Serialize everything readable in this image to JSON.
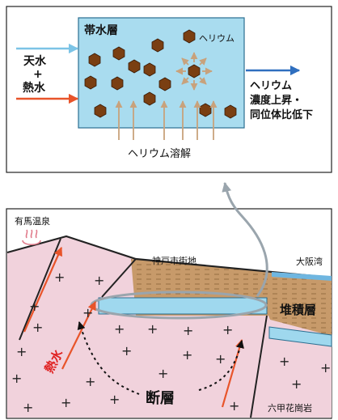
{
  "top_panel": {
    "aquifer_label": "帯水層",
    "helium_label": "ヘリウム",
    "input_water_1": "天水",
    "input_plus": "+",
    "input_water_2": "熱水",
    "output_line_1": "ヘリウム",
    "output_line_2": "濃度上昇・",
    "output_line_3": "同位体比低下",
    "dissolution_label": "ヘリウム溶解"
  },
  "bottom_panel": {
    "arima_label": "有馬温泉",
    "kobe_label": "神戸市街地",
    "osaka_bay_label": "大阪湾",
    "sediment_label": "堆積層",
    "hot_water_label": "熱水",
    "fault_label": "断層",
    "granite_label": "六甲花崗岩"
  },
  "colors": {
    "aquifer_fill": "#a9dcef",
    "particle_fill": "#7a3f12",
    "rain_arrow": "#7cc4e6",
    "hot_arrow": "#e8542a",
    "out_arrow": "#2f6fbf",
    "helium_arrow": "#c8a27c",
    "rock_fill": "#f1d2dc",
    "sediment_fill": "#c79a6a",
    "hot_text": "#e02020"
  }
}
